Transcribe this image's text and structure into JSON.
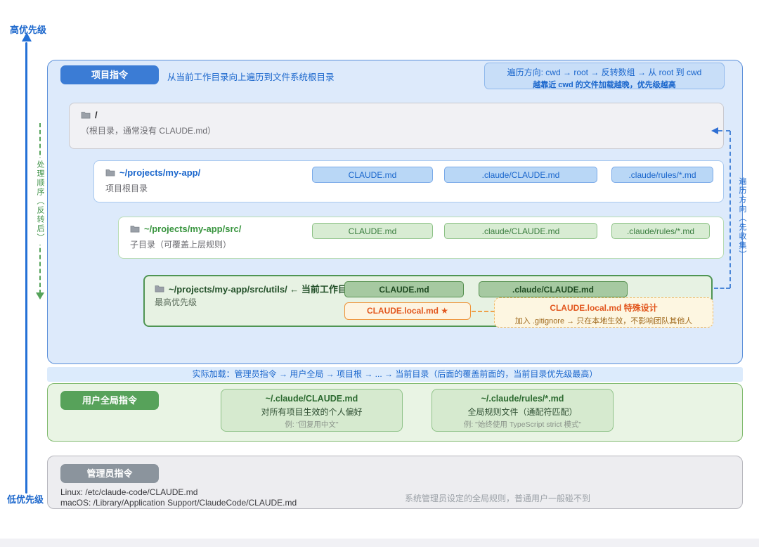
{
  "axis": {
    "high_label": "高优先级",
    "low_label": "低优先级",
    "process_order_label": "处理顺序（反转后）",
    "traverse_label": "遍历方向（先收集）"
  },
  "project_panel": {
    "badge": "项目指令",
    "subtitle": "从当前工作目录向上遍历到文件系统根目录",
    "info_box": {
      "line1": "遍历方向: cwd → root → 反转数组 → 从 root 到 cwd",
      "line2": "越靠近 cwd 的文件加载越晚，优先级越高"
    },
    "rows": [
      {
        "path": "/",
        "desc": "（根目录，通常没有 CLAUDE.md）"
      },
      {
        "path": "~/projects/my-app/",
        "desc": "项目根目录",
        "chips": [
          "CLAUDE.md",
          ".claude/CLAUDE.md",
          ".claude/rules/*.md"
        ]
      },
      {
        "path": "~/projects/my-app/src/",
        "desc": "子目录（可覆盖上层规则）",
        "chips": [
          "CLAUDE.md",
          ".claude/CLAUDE.md",
          ".claude/rules/*.md"
        ]
      },
      {
        "path": "~/projects/my-app/src/utils/ ← 当前工作目录 (cwd)",
        "desc": "最高优先级",
        "chips": [
          "CLAUDE.md",
          ".claude/CLAUDE.md"
        ],
        "local_chip": "CLAUDE.local.md ★"
      }
    ],
    "local_note": {
      "title": "CLAUDE.local.md 特殊设计",
      "text": "加入 .gitignore → 只在本地生效，不影响团队其他人"
    }
  },
  "load_caption": "实际加载：管理员指令 → 用户全局 → 项目根 → ... → 当前目录（后面的覆盖前面的，当前目录优先级最高）",
  "user_global_panel": {
    "badge": "用户全局指令",
    "boxes": [
      {
        "title": "~/.claude/CLAUDE.md",
        "desc": "对所有项目生效的个人偏好",
        "example": "例: \"回复用中文\""
      },
      {
        "title": "~/.claude/rules/*.md",
        "desc": "全局规则文件（通配符匹配）",
        "example": "例: \"始终使用 TypeScript strict 模式\""
      }
    ]
  },
  "admin_panel": {
    "badge": "管理员指令",
    "line_linux": "Linux: /etc/claude-code/CLAUDE.md",
    "line_macos": "macOS: /Library/Application Support/ClaudeCode/CLAUDE.md",
    "note": "系统管理员设定的全局规则，普通用户一般碰不到"
  },
  "colors": {
    "blue_accent": "#1a66cc",
    "blue_badge": "#3b7cd5",
    "green_accent": "#39953f",
    "green_badge": "#57a25a",
    "gray_badge": "#8b949d",
    "orange_accent": "#e2571e"
  }
}
